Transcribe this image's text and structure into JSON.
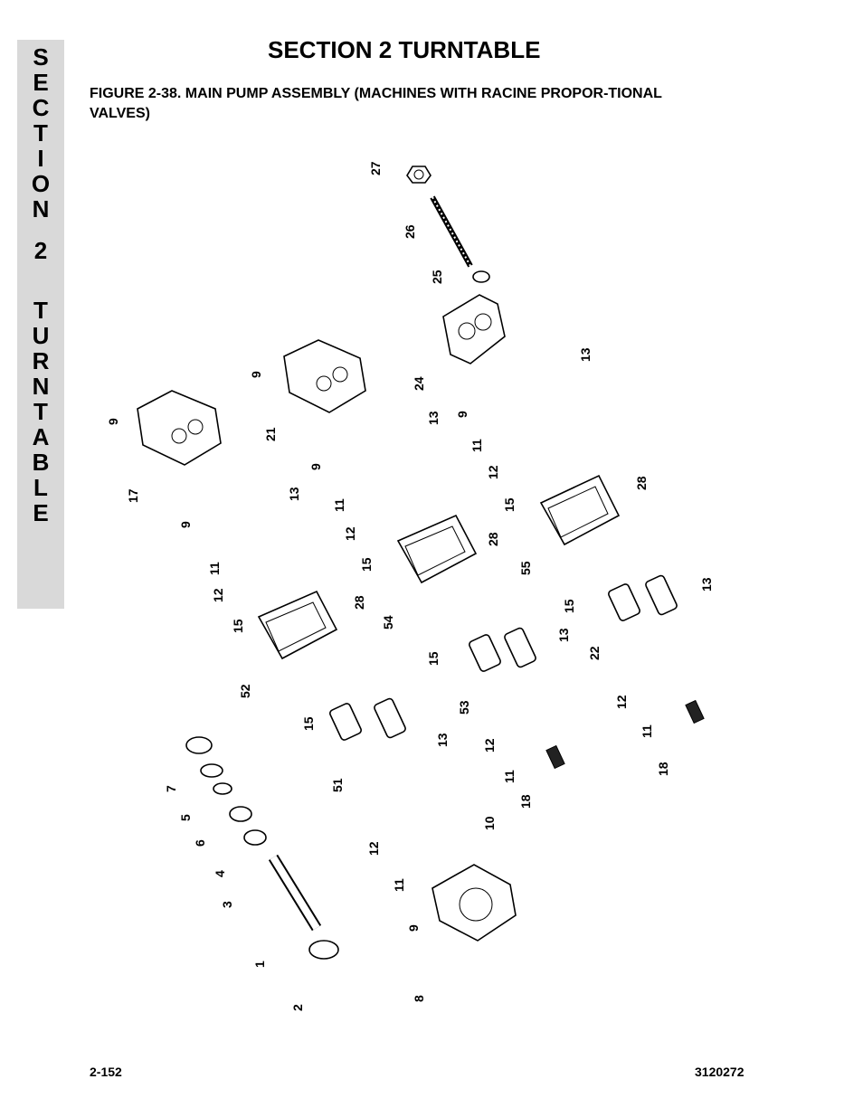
{
  "side_tab": {
    "letters": [
      "S",
      "E",
      "C",
      "T",
      "I",
      "O",
      "N",
      "",
      "2",
      "",
      "T",
      "U",
      "R",
      "N",
      "T",
      "A",
      "B",
      "L",
      "E"
    ]
  },
  "header": {
    "section_title": "SECTION 2  TURNTABLE",
    "figure_title": "FIGURE 2-38.  MAIN PUMP ASSEMBLY (MACHINES WITH RACINE PROPOR-TIONAL VALVES)"
  },
  "callouts": [
    {
      "id": "c27",
      "label": "27"
    },
    {
      "id": "c26",
      "label": "26"
    },
    {
      "id": "c25",
      "label": "25"
    },
    {
      "id": "c24",
      "label": "24"
    },
    {
      "id": "c13a",
      "label": "13"
    },
    {
      "id": "c9a",
      "label": "9"
    },
    {
      "id": "c11a",
      "label": "11"
    },
    {
      "id": "c12a",
      "label": "12"
    },
    {
      "id": "c15a",
      "label": "15"
    },
    {
      "id": "c28a",
      "label": "28"
    },
    {
      "id": "c55",
      "label": "55"
    },
    {
      "id": "c15b",
      "label": "15"
    },
    {
      "id": "c13b",
      "label": "13"
    },
    {
      "id": "c22",
      "label": "22"
    },
    {
      "id": "c12b",
      "label": "12"
    },
    {
      "id": "c11b",
      "label": "11"
    },
    {
      "id": "c18a",
      "label": "18"
    },
    {
      "id": "c9b",
      "label": "9"
    },
    {
      "id": "c21",
      "label": "21"
    },
    {
      "id": "c9c",
      "label": "9"
    },
    {
      "id": "c13c",
      "label": "13"
    },
    {
      "id": "c11c",
      "label": "11"
    },
    {
      "id": "c12c",
      "label": "12"
    },
    {
      "id": "c15c",
      "label": "15"
    },
    {
      "id": "c28b",
      "label": "28"
    },
    {
      "id": "c54",
      "label": "54"
    },
    {
      "id": "c15d",
      "label": "15"
    },
    {
      "id": "c13d",
      "label": "13"
    },
    {
      "id": "c53",
      "label": "53"
    },
    {
      "id": "c12d",
      "label": "12"
    },
    {
      "id": "c11d",
      "label": "11"
    },
    {
      "id": "c18b",
      "label": "18"
    },
    {
      "id": "c9d",
      "label": "9"
    },
    {
      "id": "c17",
      "label": "17"
    },
    {
      "id": "c9e",
      "label": "9"
    },
    {
      "id": "c13e",
      "label": "13"
    },
    {
      "id": "c11e",
      "label": "11"
    },
    {
      "id": "c12e",
      "label": "12"
    },
    {
      "id": "c15e",
      "label": "15"
    },
    {
      "id": "c28c",
      "label": "28"
    },
    {
      "id": "c52",
      "label": "52"
    },
    {
      "id": "c15f",
      "label": "15"
    },
    {
      "id": "c51",
      "label": "51"
    },
    {
      "id": "c13f",
      "label": "13"
    },
    {
      "id": "c12f",
      "label": "12"
    },
    {
      "id": "c11f",
      "label": "11"
    },
    {
      "id": "c10",
      "label": "10"
    },
    {
      "id": "c9f",
      "label": "9"
    },
    {
      "id": "c8",
      "label": "8"
    },
    {
      "id": "c7",
      "label": "7"
    },
    {
      "id": "c5",
      "label": "5"
    },
    {
      "id": "c6",
      "label": "6"
    },
    {
      "id": "c4",
      "label": "4"
    },
    {
      "id": "c3",
      "label": "3"
    },
    {
      "id": "c1",
      "label": "1"
    },
    {
      "id": "c2",
      "label": "2"
    }
  ],
  "footer": {
    "page_number": "2-152",
    "doc_number": "3120272"
  }
}
